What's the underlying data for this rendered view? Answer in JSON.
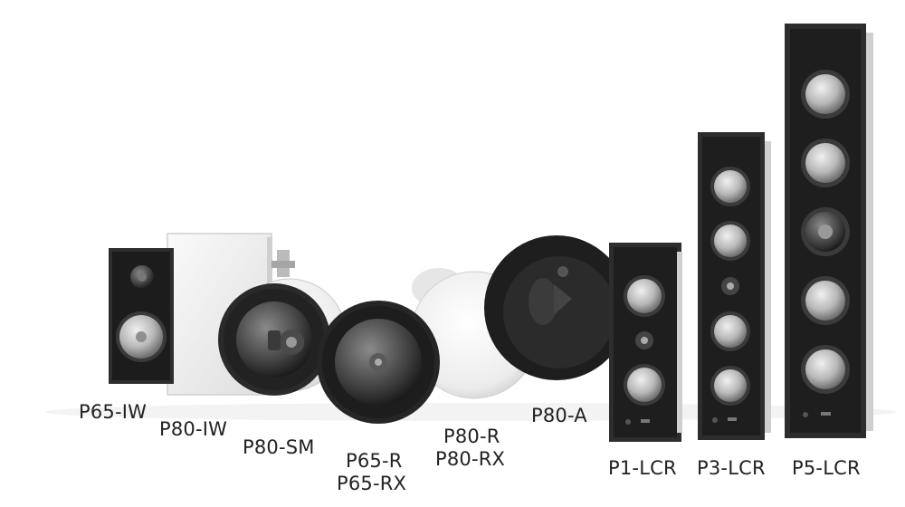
{
  "products": [
    {
      "id": "p65-iw",
      "label": "P65-IW"
    },
    {
      "id": "p80-iw",
      "label": "P80-IW"
    },
    {
      "id": "p80-sm",
      "label": "P80-SM"
    },
    {
      "id": "p65-r",
      "label": "P65-R",
      "label2": "P65-RX"
    },
    {
      "id": "p80-r",
      "label": "P80-R",
      "label2": "P80-RX"
    },
    {
      "id": "p80-a",
      "label": "P80-A"
    },
    {
      "id": "p1-lcr",
      "label": "P1-LCR"
    },
    {
      "id": "p3-lcr",
      "label": "P3-LCR"
    },
    {
      "id": "p5-lcr",
      "label": "P5-LCR"
    }
  ],
  "colors": {
    "frame": "#2b2b2b",
    "grille": "#1f1f1f",
    "driver": "#bdbdbd",
    "white_panel": "#f2f2f2",
    "text": "#222222"
  }
}
